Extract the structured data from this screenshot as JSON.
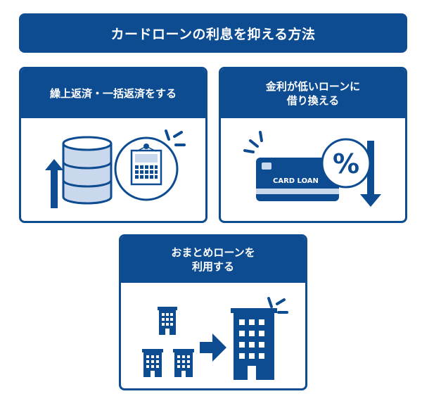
{
  "title": "カードローンの利息を抑える方法",
  "cards": [
    {
      "lines": [
        "繰上返済・一括返済をする"
      ]
    },
    {
      "lines": [
        "金利が低いローンに",
        "借り換える"
      ],
      "card_text": "CARD LOAN",
      "percent": "%"
    },
    {
      "lines": [
        "おまとめローンを",
        "利用する"
      ]
    }
  ],
  "colors": {
    "navy": "#0E4C92",
    "light": "#C9D8EC",
    "white": "#FFFFFF"
  }
}
